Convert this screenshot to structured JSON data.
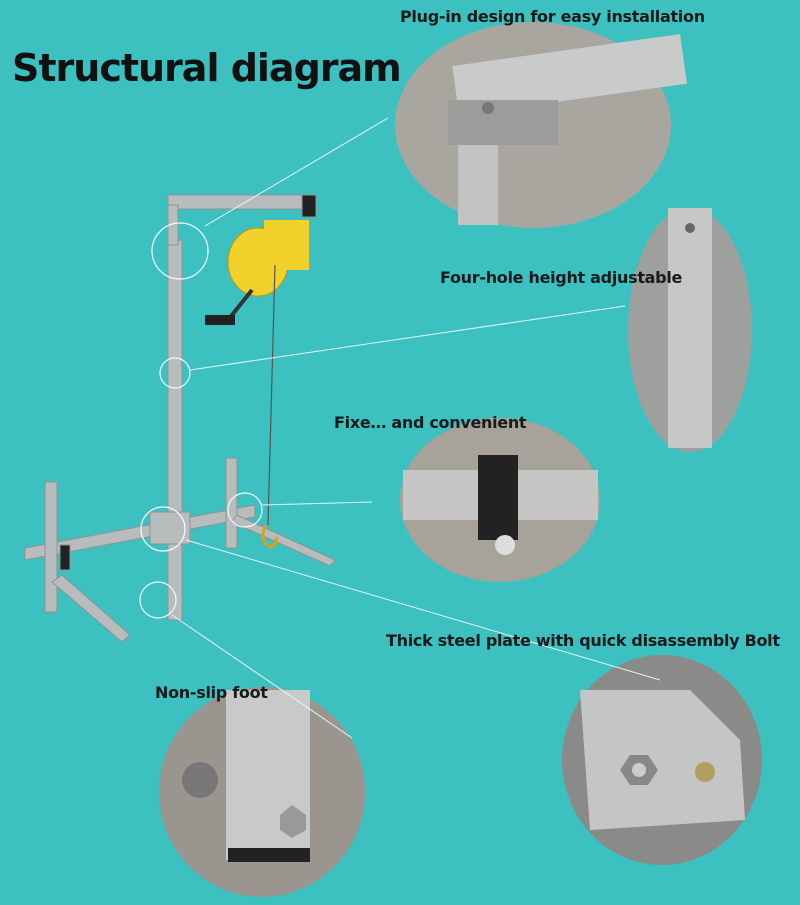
{
  "title": "Structural diagram",
  "callouts": [
    {
      "label": "Plug-in design for easy installation"
    },
    {
      "label": "Four-hole height adjustable"
    },
    {
      "label": "Fixe… and convenient"
    },
    {
      "label": "Thick steel plate with quick disassembly Bolt"
    },
    {
      "label": "Non-slip foot"
    }
  ],
  "colors": {
    "background": "#3cc0c0",
    "steel": "#b9bcbc",
    "winch": "#f2d22a",
    "callout_line": "#e8f4f4"
  }
}
